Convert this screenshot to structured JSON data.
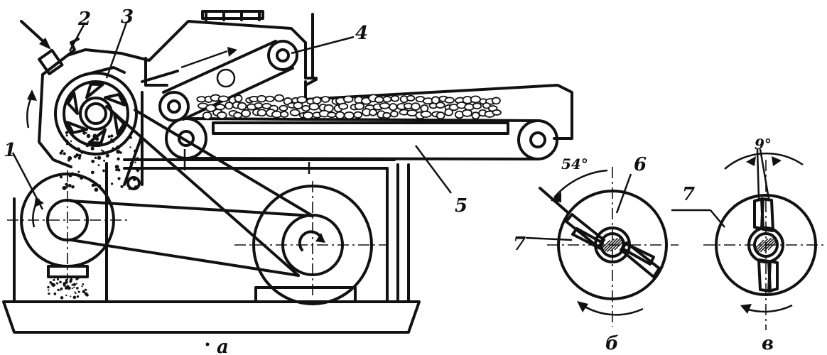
{
  "labels": {
    "n1": "1",
    "n2": "2",
    "n3": "3",
    "n4": "4",
    "n5": "5",
    "n6": "6",
    "n7_left": "7",
    "n7_right": "7",
    "n1_right": "1",
    "angle_54": "54°",
    "angle_9": "9°",
    "view_a": "а",
    "view_b": "б",
    "view_v": "в"
  }
}
